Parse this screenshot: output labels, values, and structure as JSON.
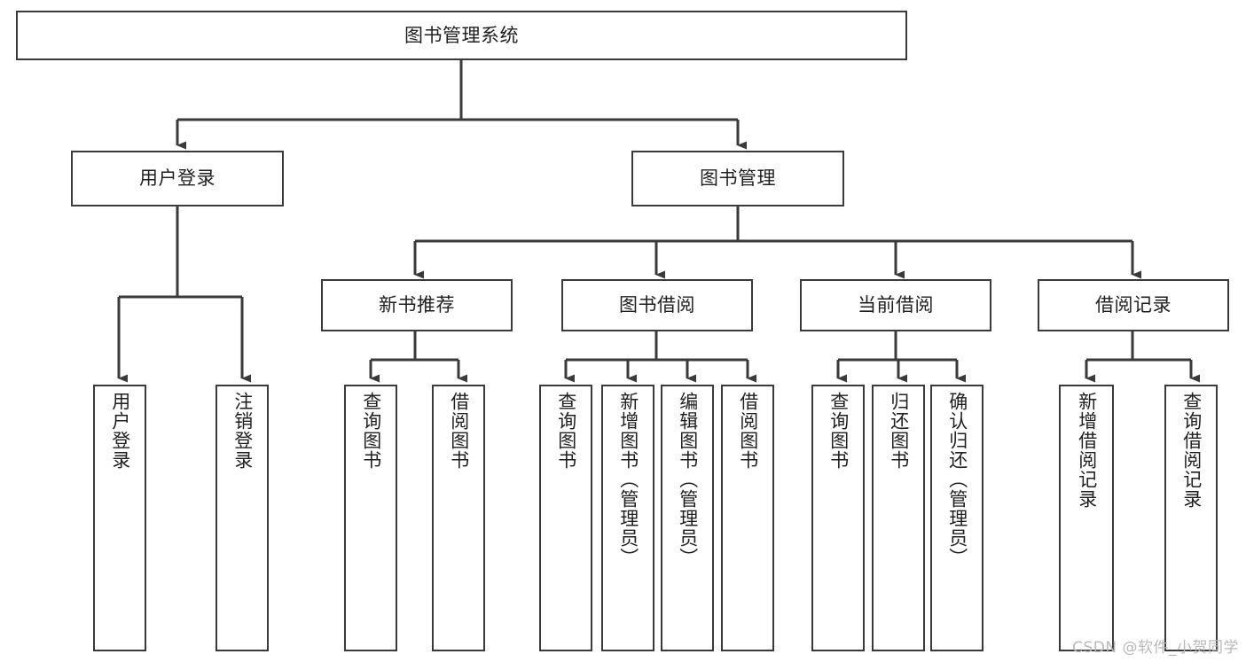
{
  "diagram": {
    "kind": "tree-structure-chart",
    "title": "图书管理系统",
    "stroke_color": "#3a3a3a",
    "fill_color": "#ffffff",
    "text_color": "#1f1f1f"
  },
  "root": {
    "label": "图书管理系统"
  },
  "level2": [
    {
      "label": "用户登录"
    },
    {
      "label": "图书管理"
    }
  ],
  "level3": [
    {
      "label": "新书推荐"
    },
    {
      "label": "图书借阅"
    },
    {
      "label": "当前借阅"
    },
    {
      "label": "借阅记录"
    }
  ],
  "leaves": {
    "user_login": [
      {
        "label": "用户登录"
      },
      {
        "label": "注销登录"
      }
    ],
    "new_book_recommend": [
      {
        "label": "查询图书"
      },
      {
        "label": "借阅图书"
      }
    ],
    "book_borrow": [
      {
        "label": "查询图书"
      },
      {
        "label": "新增图书（管理员）"
      },
      {
        "label": "编辑图书（管理员）"
      },
      {
        "label": "借阅图书"
      }
    ],
    "current_borrow": [
      {
        "label": "查询图书"
      },
      {
        "label": "归还图书"
      },
      {
        "label": "确认归还（管理员）"
      }
    ],
    "borrow_record": [
      {
        "label": "新增借阅记录"
      },
      {
        "label": "查询借阅记录"
      }
    ]
  },
  "watermark": {
    "text": "CSDN @软件_小贺同学"
  }
}
